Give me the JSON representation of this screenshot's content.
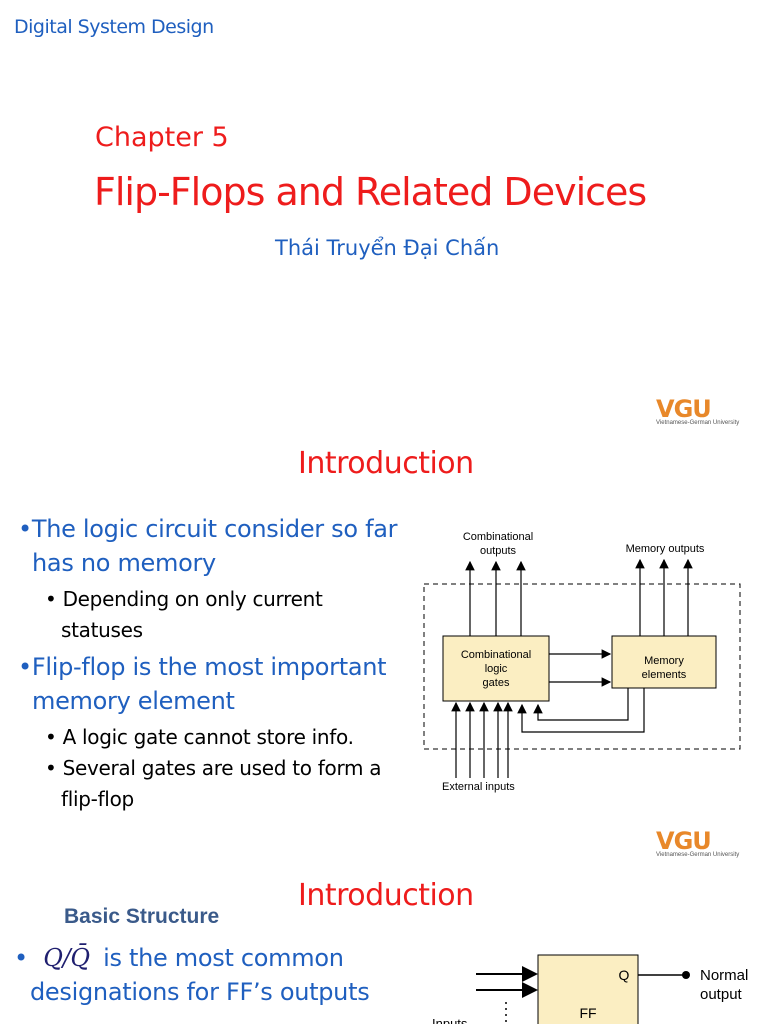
{
  "slide1": {
    "header": "Digital System Design",
    "chapter": "Chapter 5",
    "title": "Flip-Flops and Related Devices",
    "author": "Thái Truyển Đại Chấn",
    "logo": {
      "mark": "VGU",
      "sub": "Vietnamese-German University"
    }
  },
  "slide2": {
    "title": "Introduction",
    "bullets": [
      {
        "text_l1": "The logic circuit consider so far",
        "text_l2": "has no memory",
        "sub": [
          {
            "l1": "Depending on only current",
            "l2": "statuses"
          }
        ]
      },
      {
        "text_l1": "Flip-flop is the most important",
        "text_l2": "memory element",
        "sub": [
          {
            "l1": "A logic gate cannot store info.",
            "l2": ""
          },
          {
            "l1": "Several gates are used to form a",
            "l2": "flip-flop"
          }
        ]
      }
    ],
    "diagram": {
      "comb_outputs_l1": "Combinational",
      "comb_outputs_l2": "outputs",
      "mem_outputs": "Memory outputs",
      "comb_block_l1": "Combinational",
      "comb_block_l2": "logic",
      "comb_block_l3": "gates",
      "mem_block_l1": "Memory",
      "mem_block_l2": "elements",
      "external_inputs": "External inputs"
    },
    "logo": {
      "mark": "VGU",
      "sub": "Vietnamese-German University"
    }
  },
  "slide3": {
    "title": "Introduction",
    "basic_structure": "Basic Structure",
    "bullet_q": "Q/Q̄",
    "bullet_l1": "is the most common",
    "bullet_l2": "designations for FF’s outputs",
    "diagram": {
      "q": "Q",
      "ff": "FF",
      "normal_l1": "Normal",
      "normal_l2": "output",
      "inputs": "Inputs"
    }
  },
  "colors": {
    "red": "#ee1c1c",
    "blue": "#1f5fbf",
    "block_fill": "#fbeec2",
    "logo_orange": "#e8882a"
  }
}
